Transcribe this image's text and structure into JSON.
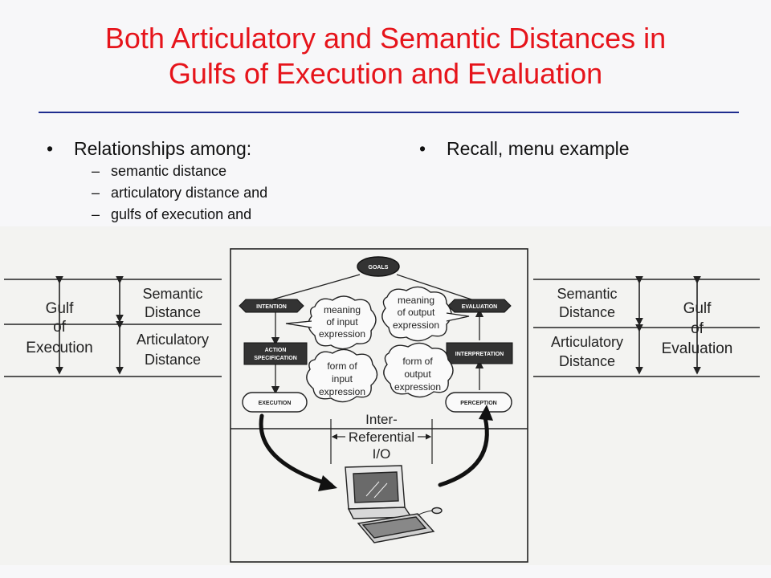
{
  "slide": {
    "title_line1": "Both Articulatory and Semantic Distances in",
    "title_line2": "Gulfs of Execution and Evaluation"
  },
  "left_column": {
    "bullet": "Relationships among:",
    "sub_items": [
      "semantic distance",
      "articulatory distance and",
      "gulfs of execution and"
    ],
    "bullet_glyph": "•",
    "dash_glyph": "–"
  },
  "right_column": {
    "bullet": "Recall, menu example"
  },
  "figure": {
    "left_gulf": {
      "line1": "Gulf",
      "line2": "of",
      "line3": "Execution"
    },
    "left_semantic": {
      "line1": "Semantic",
      "line2": "Distance"
    },
    "left_articulatory": {
      "line1": "Articulatory",
      "line2": "Distance"
    },
    "right_semantic": {
      "line1": "Semantic",
      "line2": "Distance"
    },
    "right_articulatory": {
      "line1": "Articulatory",
      "line2": "Distance"
    },
    "right_gulf": {
      "line1": "Gulf",
      "line2": "of",
      "line3": "Evaluation"
    },
    "goals": "GOALS",
    "intention": "INTENTION",
    "evaluation": "EVALUATION",
    "action_spec": {
      "line1": "ACTION",
      "line2": "SPECIFICATION"
    },
    "interpretation": "INTERPRETATION",
    "execution": "EXECUTION",
    "perception": "PERCEPTION",
    "cloud_meaning_input": {
      "line1": "meaning",
      "line2": "of input",
      "line3": "expression"
    },
    "cloud_meaning_output": {
      "line1": "meaning",
      "line2": "of output",
      "line3": "expression"
    },
    "cloud_form_input": {
      "line1": "form of",
      "line2": "input",
      "line3": "expression"
    },
    "cloud_form_output": {
      "line1": "form of",
      "line2": "output",
      "line3": "expression"
    },
    "inter_referential": {
      "line1": "Inter-",
      "line2": "Referential",
      "line3": "I/O"
    }
  }
}
